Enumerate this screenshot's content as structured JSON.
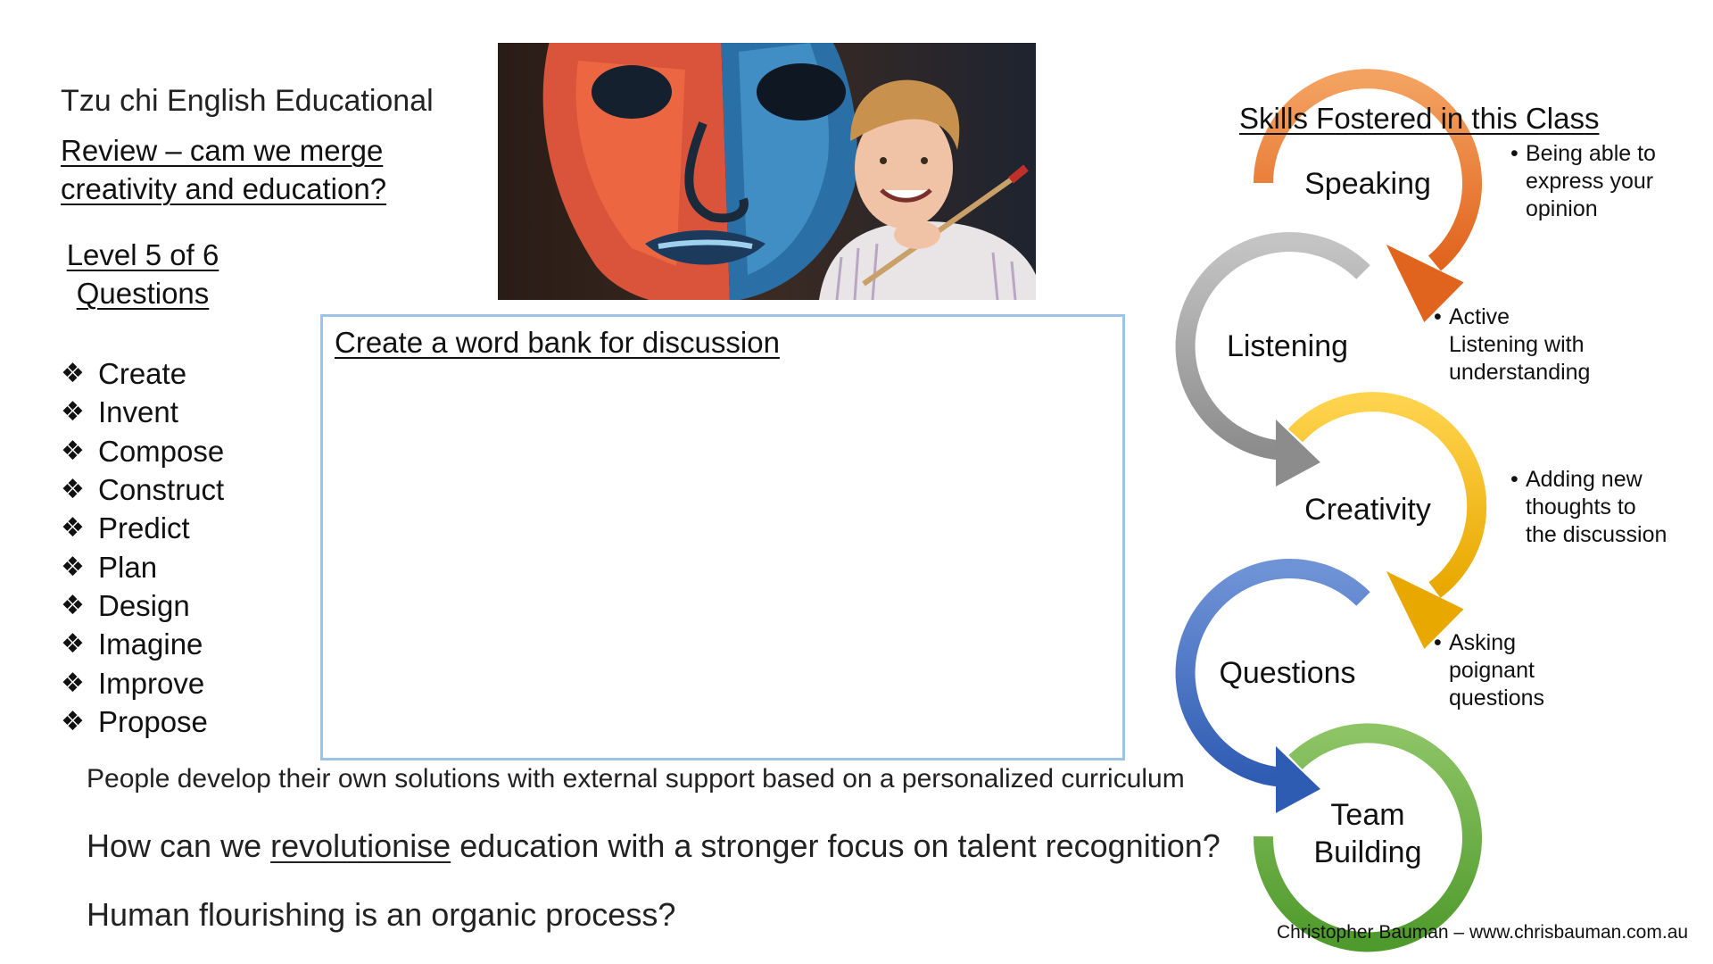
{
  "left": {
    "org_title": "Tzu chi English Educational",
    "review_line1": "Review – cam we merge",
    "review_line2": "creativity and education?",
    "level_line1": "Level 5 of 6",
    "level_line2": "Questions",
    "bullet_glyph": "❖",
    "verbs": [
      "Create",
      "Invent",
      "Compose",
      "Construct",
      "Predict",
      "Plan",
      "Design",
      "Imagine",
      "Improve",
      "Propose"
    ]
  },
  "word_bank": {
    "title": "Create a word bank for discussion"
  },
  "bottom": {
    "line1": "People develop their own solutions with external support based on a personalized curriculum",
    "line2_pre": "How can we ",
    "line2_link": "revolutionise",
    "line2_post": " education with a stronger focus on talent recognition?",
    "line3": "Human flourishing is an organic process?"
  },
  "skills": {
    "title": "Skills Fostered in this Class",
    "cycle": [
      {
        "label": "Speaking",
        "color": "#ed7d31",
        "desc_lines": [
          "Being able to",
          "express your",
          "opinion"
        ]
      },
      {
        "label": "Listening",
        "color": "#a5a5a5",
        "desc_lines": [
          "Active",
          "Listening with",
          "understanding"
        ]
      },
      {
        "label": "Creativity",
        "color": "#ffc000",
        "desc_lines": [
          "Adding new",
          "thoughts to",
          "the discussion"
        ]
      },
      {
        "label": "Questions",
        "color": "#4472c4",
        "desc_lines": [
          "Asking",
          "poignant",
          "questions"
        ]
      },
      {
        "label_line1": "Team",
        "label_line2": "Building",
        "color": "#70ad47"
      }
    ]
  },
  "credit": "Christopher Bauman – www.chrisbauman.com.au"
}
